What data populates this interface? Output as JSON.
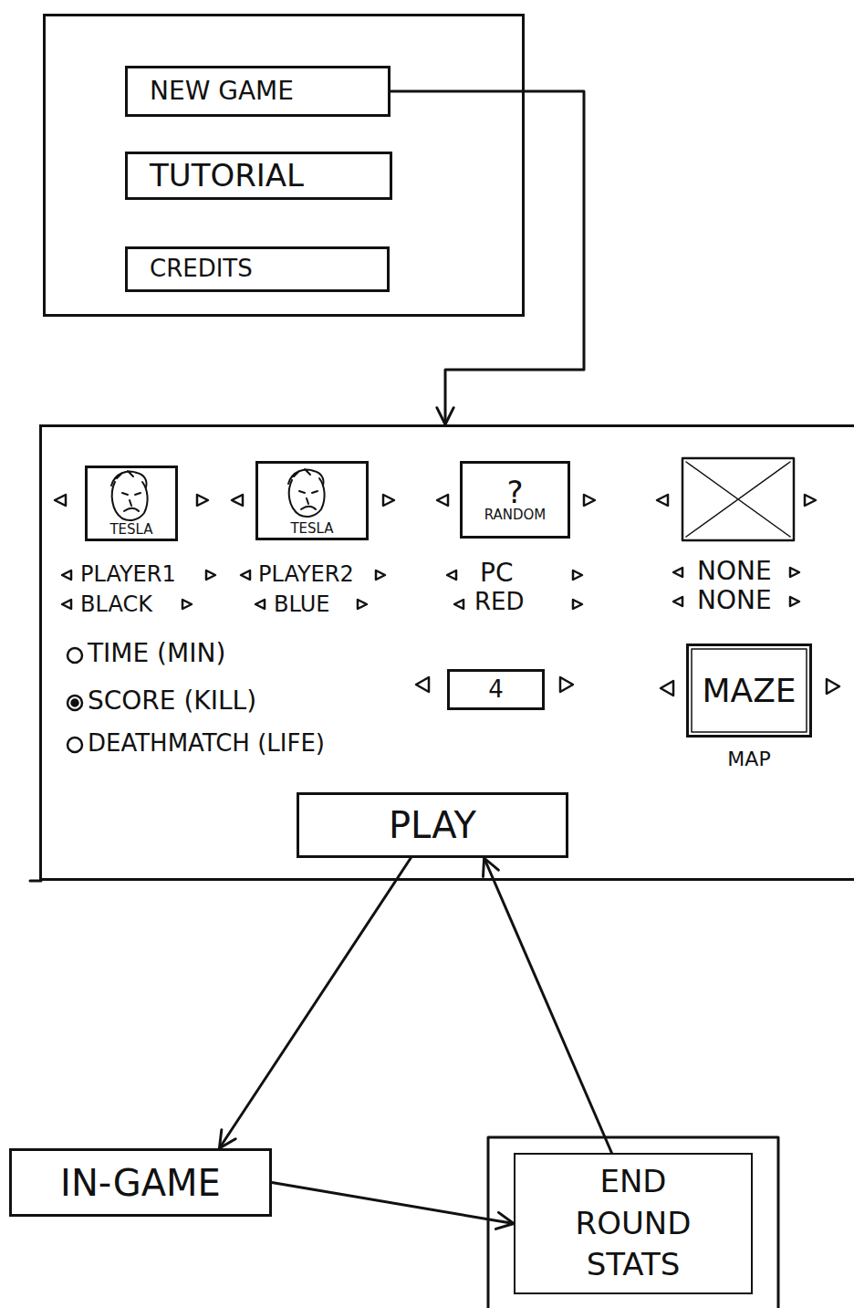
{
  "diagram": {
    "nodes": [
      {
        "text": []
      },
      {
        "text": [
          "NEW GAME"
        ],
        "in": 0
      },
      {
        "text": [
          "TUTORIAL"
        ],
        "in": 0
      },
      {
        "text": [
          "CREDITS"
        ],
        "in": 0
      },
      {
        "text": []
      },
      {
        "text": [
          "TESLA"
        ],
        "in": 4
      },
      {
        "text": [
          "TESLA"
        ],
        "in": 4
      },
      {
        "text": [
          "?",
          "RANDOM"
        ],
        "in": 4
      },
      {
        "text": [
          "4"
        ],
        "in": 4
      },
      {
        "text": [
          "MAZE",
          "MAP"
        ],
        "in": 4
      },
      {
        "text": [
          "PLAY"
        ],
        "in": 4
      },
      {
        "text": [
          "IN-GAME"
        ]
      },
      {
        "text": [
          "END ROUND STATS"
        ]
      }
    ],
    "edges": [
      {
        "from": 1,
        "to": 4,
        "arrow": "to"
      },
      {
        "from": 10,
        "to": 11,
        "arrow": "to"
      },
      {
        "from": 11,
        "to": 12,
        "arrow": "to"
      },
      {
        "from": 12,
        "to": 10,
        "arrow": "to"
      }
    ],
    "labels": [
      "PLAYER1",
      "BLACK",
      "PLAYER2",
      "BLUE",
      "PC",
      "RED",
      "NONE",
      "NONE",
      "TIME (MIN)",
      "SCORE (KILL)",
      "DEATHMATCH (LIFE)"
    ]
  }
}
